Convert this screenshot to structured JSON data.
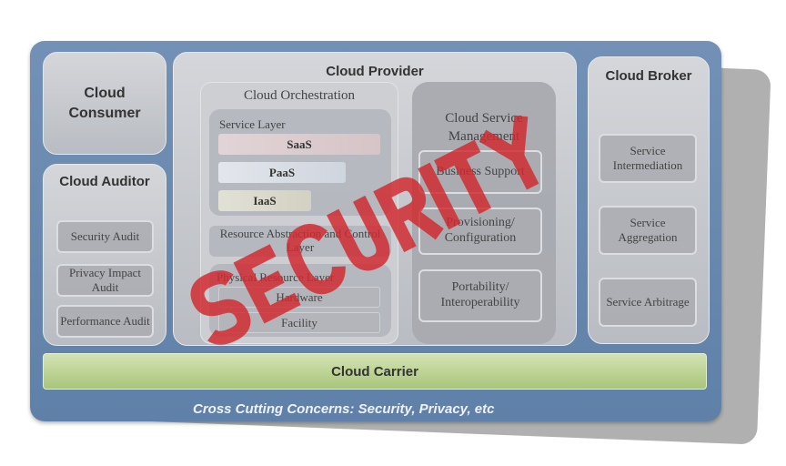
{
  "consumer": {
    "title": "Cloud Consumer"
  },
  "auditor": {
    "title": "Cloud Auditor",
    "items": [
      "Security Audit",
      "Privacy Impact Audit",
      "Performance Audit"
    ]
  },
  "provider": {
    "title": "Cloud Provider",
    "orchestration": {
      "title": "Cloud Orchestration",
      "service_layer": "Service Layer",
      "saas": "SaaS",
      "paas": "PaaS",
      "iaas": "IaaS",
      "resource_abstraction": "Resource Abstraction and Control Layer",
      "physical": "Physical Resource Layer",
      "hardware": "Hardware",
      "facility": "Facility"
    },
    "management": {
      "title": "Cloud Service Management",
      "items": [
        "Business Support",
        "Provisioning/ Configuration",
        "Portability/ Interoperability"
      ]
    }
  },
  "broker": {
    "title": "Cloud Broker",
    "items": [
      "Service Intermediation",
      "Service Aggregation",
      "Service Arbitrage"
    ]
  },
  "carrier": {
    "title": "Cloud Carrier"
  },
  "footer": "Cross Cutting Concerns: Security, Privacy, etc",
  "stamp": "SECURITY",
  "colors": {
    "stamp": "#d2282d",
    "outer": "#6a8ab0",
    "carrier": "#b9d38a"
  }
}
